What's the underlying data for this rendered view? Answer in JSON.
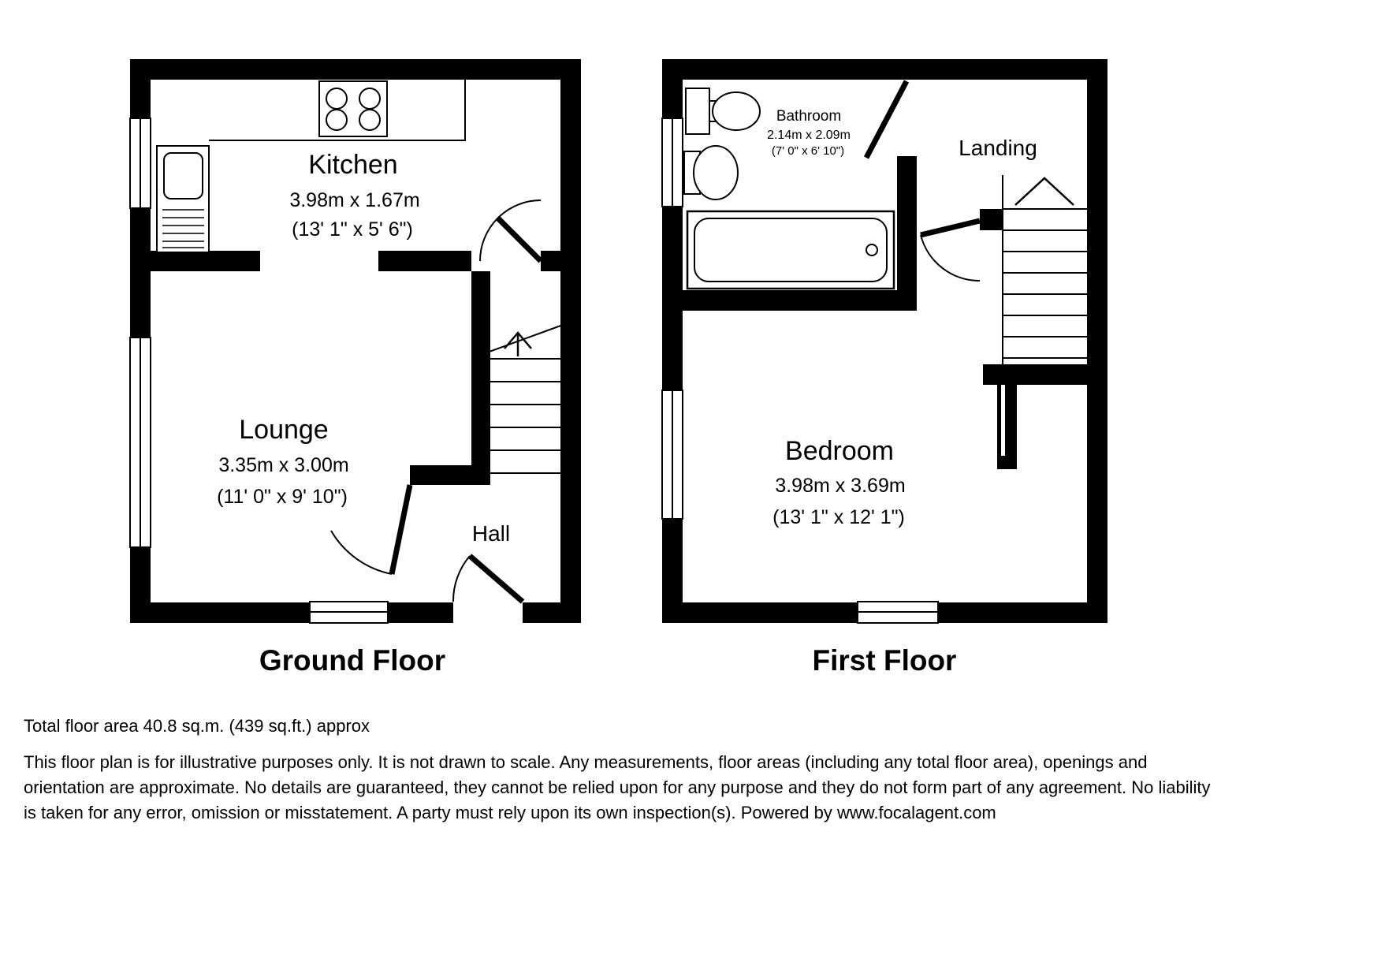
{
  "ground_floor": {
    "title": "Ground Floor",
    "rooms": {
      "kitchen": {
        "name": "Kitchen",
        "metric": "3.98m x 1.67m",
        "imperial": "(13' 1\" x 5' 6\")"
      },
      "lounge": {
        "name": "Lounge",
        "metric": "3.35m x 3.00m",
        "imperial": "(11' 0\" x 9' 10\")"
      },
      "hall": {
        "name": "Hall"
      }
    }
  },
  "first_floor": {
    "title": "First Floor",
    "rooms": {
      "bathroom": {
        "name": "Bathroom",
        "metric": "2.14m x 2.09m",
        "imperial": "(7' 0\" x 6' 10\")"
      },
      "landing": {
        "name": "Landing"
      },
      "bedroom": {
        "name": "Bedroom",
        "metric": "3.98m x 3.69m",
        "imperial": "(13' 1\" x 12' 1\")"
      }
    }
  },
  "footer": {
    "total_area": "Total floor area 40.8 sq.m. (439 sq.ft.) approx",
    "disclaimer": "This floor plan is for illustrative purposes only. It is not drawn to scale. Any measurements, floor areas (including any total floor area), openings and orientation are approximate. No details are guaranteed, they cannot be relied upon for any purpose and they do not form part of any agreement. No liability is taken for any error, omission or misstatement. A party must rely upon its own inspection(s). Powered by www.focalagent.com"
  },
  "colors": {
    "wall": "#000000",
    "floor": "#ffffff"
  }
}
